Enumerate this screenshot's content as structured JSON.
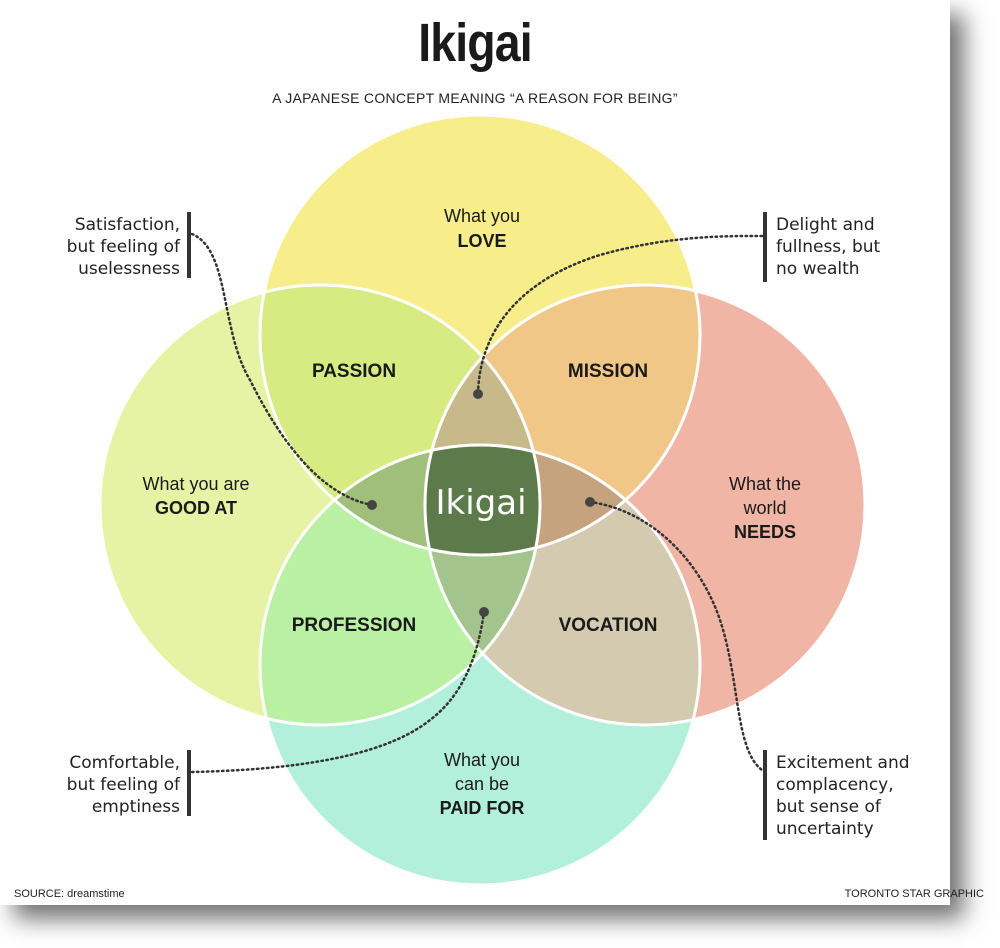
{
  "header": {
    "title": "Ikigai",
    "subtitle": "A JAPANESE CONCEPT MEANING “A REASON FOR BEING”"
  },
  "circles": {
    "love": {
      "line1": "What you",
      "line2": "LOVE",
      "color": "#f7ed8a"
    },
    "good_at": {
      "line1": "What you are",
      "line2": "GOOD AT",
      "color": "#e7f3a4"
    },
    "needs": {
      "line1": "What the",
      "line2": "world",
      "line3": "NEEDS",
      "color": "#f1b5a5"
    },
    "paid_for": {
      "line1": "What you",
      "line2": "can be",
      "line3": "PAID FOR",
      "color": "#b2f0dc"
    }
  },
  "intersections": {
    "passion": {
      "label": "PASSION",
      "color": "#d8ea82"
    },
    "mission": {
      "label": "MISSION",
      "color": "#f1c787"
    },
    "profession": {
      "label": "PROFESSION",
      "color": "#b9f0a4"
    },
    "vocation": {
      "label": "VOCATION",
      "color": "#d4cab0"
    },
    "center": {
      "label": "Ikigai",
      "color": "#5c7a4a"
    },
    "top_lens_color": "#c8b98a",
    "left_lens_color": "#9fbf7a",
    "right_lens_color": "#c4a37e",
    "bottom_lens_color": "#a3c48d"
  },
  "notes": {
    "top_left": [
      "Satisfaction,",
      "but feeling of",
      "uselessness"
    ],
    "top_right": [
      "Delight and",
      "fullness, but",
      "no wealth"
    ],
    "bottom_left": [
      "Comfortable,",
      "but feeling of",
      "emptiness"
    ],
    "bottom_right": [
      "Excitement and",
      "complacency,",
      "but sense of",
      "uncertainty"
    ]
  },
  "footer": {
    "source": "SOURCE: dreamstime",
    "credit": "TORONTO STAR GRAPHIC"
  }
}
